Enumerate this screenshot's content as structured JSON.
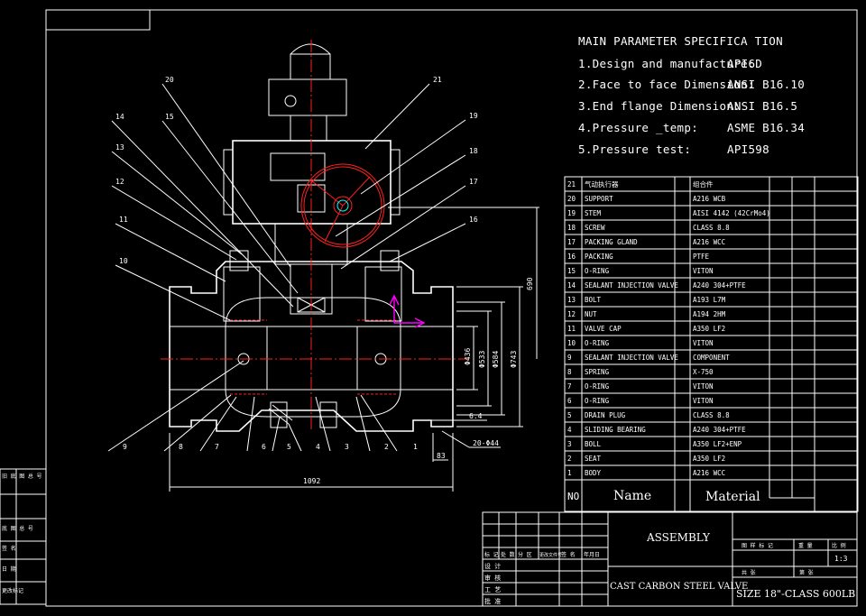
{
  "spec": {
    "title": "MAIN PARAMETER SPECIFICA TION",
    "rows": [
      {
        "label": "1.Design and manufacture:",
        "value": "API6D"
      },
      {
        "label": "2.Face to face Dimension:",
        "value": "ANSI B16.10"
      },
      {
        "label": "3.End flange Dimension:",
        "value": "ANSI B16.5"
      },
      {
        "label": "4.Pressure _temp:",
        "value": "ASME B16.34"
      },
      {
        "label": "5.Pressure test:",
        "value": "API598"
      }
    ]
  },
  "bom": {
    "header": {
      "no": "NO",
      "name": "Name",
      "material": "Material"
    },
    "rows": [
      {
        "no": "21",
        "name": "气动执行器",
        "material": "组合件"
      },
      {
        "no": "20",
        "name": "SUPPORT",
        "material": "A216 WCB"
      },
      {
        "no": "19",
        "name": "STEM",
        "material": "AISI 4142 (42CrMo4)"
      },
      {
        "no": "18",
        "name": "SCREW",
        "material": "CLASS 8.8"
      },
      {
        "no": "17",
        "name": "PACKING GLAND",
        "material": "A216 WCC"
      },
      {
        "no": "16",
        "name": "PACKING",
        "material": "PTFE"
      },
      {
        "no": "15",
        "name": "O-RING",
        "material": "VITON"
      },
      {
        "no": "14",
        "name": "SEALANT INJECTION VALVE",
        "material": "A240 304+PTFE"
      },
      {
        "no": "13",
        "name": "BOLT",
        "material": "A193 L7M"
      },
      {
        "no": "12",
        "name": "NUT",
        "material": "A194 2HM"
      },
      {
        "no": "11",
        "name": "VALVE CAP",
        "material": "A350 LF2"
      },
      {
        "no": "10",
        "name": "O-RING",
        "material": "VITON"
      },
      {
        "no": "9",
        "name": "SEALANT INJECTION VALVE",
        "material": "COMPONENT"
      },
      {
        "no": "8",
        "name": "SPRING",
        "material": "X-750"
      },
      {
        "no": "7",
        "name": "O-RING",
        "material": "VITON"
      },
      {
        "no": "6",
        "name": "O-RING",
        "material": "VITON"
      },
      {
        "no": "5",
        "name": "DRAIN PLUG",
        "material": "CLASS 8.8"
      },
      {
        "no": "4",
        "name": "SLIDING BEARING",
        "material": "A240 304+PTFE"
      },
      {
        "no": "3",
        "name": "BOLL",
        "material": "A350 LF2+ENP"
      },
      {
        "no": "2",
        "name": "SEAT",
        "material": "A350 LF2"
      },
      {
        "no": "1",
        "name": "BODY",
        "material": "A216 WCC"
      }
    ]
  },
  "title_block": {
    "assembly": "ASSEMBLY",
    "valve": "CAST CARBON STEEL VALVE",
    "size": "SIZE 18\"-CLASS 600LB",
    "sheet": "1:3",
    "labels_top": [
      "图 样 标 记",
      "重 量",
      "比 例"
    ],
    "labels_bottom": [
      "共  张",
      "第  张"
    ],
    "left_labels": [
      "标 记",
      "处 数",
      "分 区",
      "更改文件号",
      "签 名",
      "年月日"
    ],
    "left_rows": [
      "设 计",
      "审 核",
      "工 艺",
      "批 准"
    ]
  },
  "side_table": [
    "旧 底 图 总 号",
    "底 图 总 号",
    "签 名",
    "日 期",
    "更改标记"
  ],
  "dims": {
    "overall_length": "1092",
    "d1": "Φ436",
    "d2": "Φ533",
    "d3": "Φ584",
    "d4": "Φ743",
    "height": "690",
    "flange_thk": "6.4",
    "bolts": "20-Φ44",
    "raised": "83"
  },
  "callouts": [
    "1",
    "2",
    "3",
    "4",
    "5",
    "6",
    "7",
    "8",
    "9",
    "10",
    "11",
    "12",
    "13",
    "14",
    "15",
    "16",
    "17",
    "18",
    "19",
    "20",
    "21"
  ]
}
